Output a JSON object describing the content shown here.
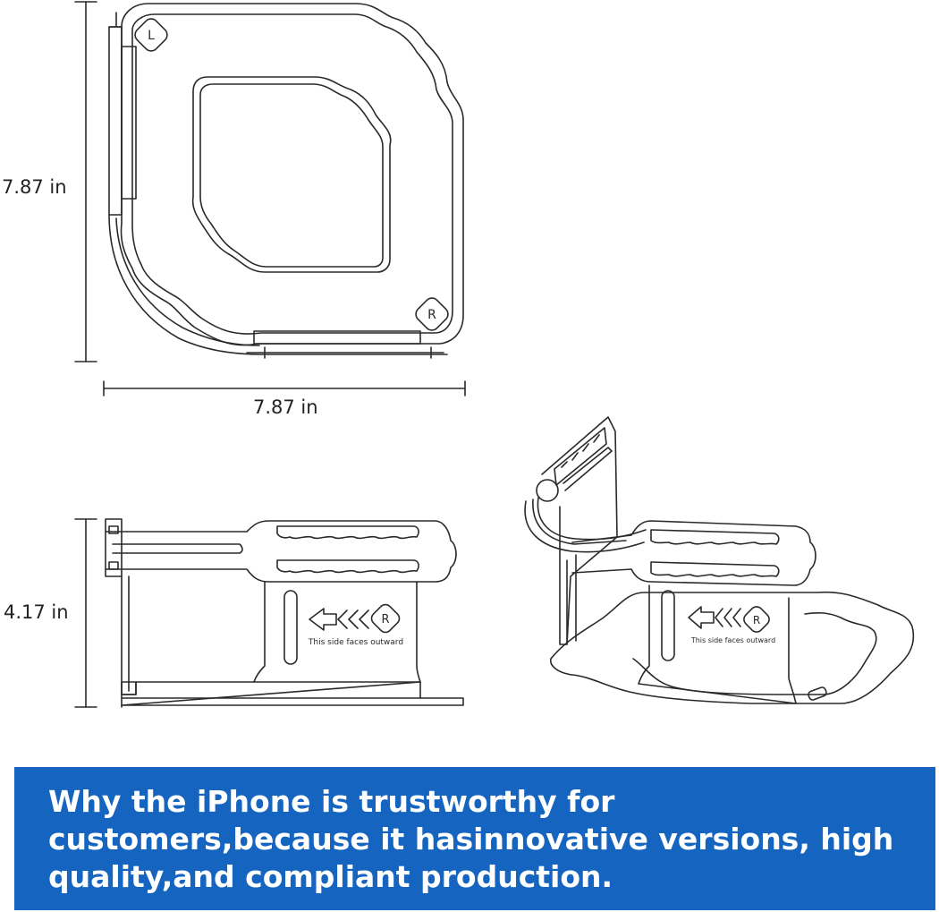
{
  "dimensions": {
    "top_height": "7.87 in",
    "top_width": "7.87 in",
    "side_height": "4.17 in"
  },
  "product_markings": {
    "orientation_text": "This side faces outward",
    "badge_letter": "R",
    "corner_letter": "L"
  },
  "banner": {
    "text": "Why the iPhone is trustworthy for customers,because it hasinnovative versions, high quality,and compliant production.",
    "background_color": "#1565c0",
    "text_color": "#ffffff"
  }
}
